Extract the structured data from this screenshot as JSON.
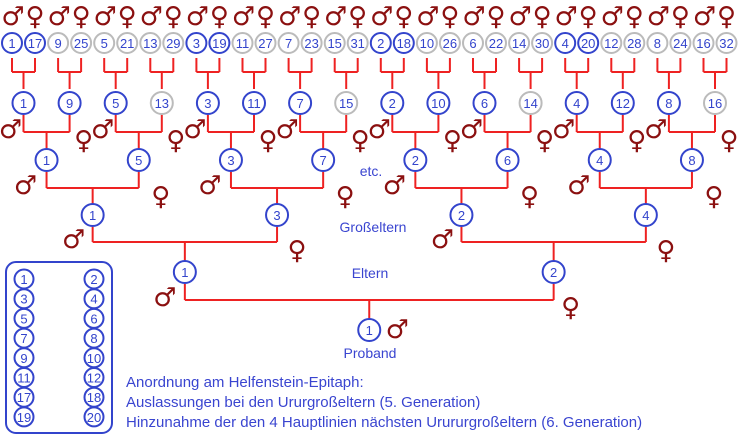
{
  "colors": {
    "line": "#ee2222",
    "symbol": "#8b1010",
    "circle_main": "#3344cc",
    "circle_dim": "#bbbbbb",
    "text": "#3a45d0"
  },
  "symbols": {
    "male": "♂",
    "female": "♀"
  },
  "generation6_pairs": [
    {
      "male": "1",
      "female": "17",
      "main": true
    },
    {
      "male": "9",
      "female": "25",
      "main": false
    },
    {
      "male": "5",
      "female": "21",
      "main": false
    },
    {
      "male": "13",
      "female": "29",
      "main": false
    },
    {
      "male": "3",
      "female": "19",
      "main": true
    },
    {
      "male": "11",
      "female": "27",
      "main": false
    },
    {
      "male": "7",
      "female": "23",
      "main": false
    },
    {
      "male": "15",
      "female": "31",
      "main": false
    },
    {
      "male": "2",
      "female": "18",
      "main": true
    },
    {
      "male": "10",
      "female": "26",
      "main": false
    },
    {
      "male": "6",
      "female": "22",
      "main": false
    },
    {
      "male": "14",
      "female": "30",
      "main": false
    },
    {
      "male": "4",
      "female": "20",
      "main": true
    },
    {
      "male": "12",
      "female": "28",
      "main": false
    },
    {
      "male": "8",
      "female": "24",
      "main": false
    },
    {
      "male": "16",
      "female": "32",
      "main": false
    }
  ],
  "generation5": [
    {
      "n": "1",
      "main": true
    },
    {
      "n": "9",
      "main": true
    },
    {
      "n": "5",
      "main": true
    },
    {
      "n": "13",
      "main": false
    },
    {
      "n": "3",
      "main": true
    },
    {
      "n": "11",
      "main": true
    },
    {
      "n": "7",
      "main": true
    },
    {
      "n": "15",
      "main": false
    },
    {
      "n": "2",
      "main": true
    },
    {
      "n": "10",
      "main": true
    },
    {
      "n": "6",
      "main": true
    },
    {
      "n": "14",
      "main": false
    },
    {
      "n": "4",
      "main": true
    },
    {
      "n": "12",
      "main": true
    },
    {
      "n": "8",
      "main": true
    },
    {
      "n": "16",
      "main": false
    }
  ],
  "generation4": [
    "1",
    "5",
    "3",
    "7",
    "2",
    "6",
    "4",
    "8"
  ],
  "generation3": [
    "1",
    "3",
    "2",
    "4"
  ],
  "generation2": [
    "1",
    "2"
  ],
  "proband_number": "1",
  "labels": {
    "etc": "etc.",
    "grandparents": "Großeltern",
    "parents": "Eltern",
    "proband": "Proband"
  },
  "legend": {
    "left": [
      "1",
      "3",
      "5",
      "7",
      "9",
      "11",
      "17",
      "19"
    ],
    "right": [
      "2",
      "4",
      "6",
      "8",
      "10",
      "12",
      "18",
      "20"
    ]
  },
  "notes": [
    "Anordnung am Helfenstein-Epitaph:",
    "Auslassungen bei den Ururgroßeltern (5. Generation)",
    "Hinzunahme der den 4 Hauptlinien nächsten Urururgroßeltern (6. Generation)"
  ]
}
